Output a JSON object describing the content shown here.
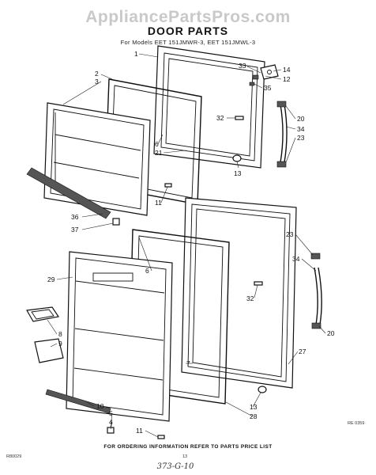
{
  "watermark": "AppliancePartsPros.com",
  "title": "DOOR PARTS",
  "subtitle": "For Models EET 151JMWR-3, EET 151JMWL-3",
  "callouts": [
    {
      "id": "c1",
      "label": "1"
    },
    {
      "id": "c2",
      "label": "2"
    },
    {
      "id": "c3",
      "label": "3"
    },
    {
      "id": "c33",
      "label": "33"
    },
    {
      "id": "c14",
      "label": "14"
    },
    {
      "id": "c12",
      "label": "12"
    },
    {
      "id": "c35",
      "label": "35"
    },
    {
      "id": "c32a",
      "label": "32"
    },
    {
      "id": "c20a",
      "label": "20"
    },
    {
      "id": "c34a",
      "label": "34"
    },
    {
      "id": "c23a",
      "label": "23"
    },
    {
      "id": "c6a",
      "label": "6"
    },
    {
      "id": "c21",
      "label": "21"
    },
    {
      "id": "c13a",
      "label": "13"
    },
    {
      "id": "c11a",
      "label": "11"
    },
    {
      "id": "c36",
      "label": "36"
    },
    {
      "id": "c37",
      "label": "37"
    },
    {
      "id": "c23b",
      "label": "23"
    },
    {
      "id": "c34b",
      "label": "34"
    },
    {
      "id": "c6b",
      "label": "6"
    },
    {
      "id": "c29",
      "label": "29"
    },
    {
      "id": "c32b",
      "label": "32"
    },
    {
      "id": "c20b",
      "label": "20"
    },
    {
      "id": "c8",
      "label": "8"
    },
    {
      "id": "c9",
      "label": "9"
    },
    {
      "id": "c27",
      "label": "27"
    },
    {
      "id": "c7",
      "label": "7"
    },
    {
      "id": "c13b",
      "label": "13"
    },
    {
      "id": "c28",
      "label": "28"
    },
    {
      "id": "c10",
      "label": "10"
    },
    {
      "id": "c5",
      "label": "5"
    },
    {
      "id": "c4",
      "label": "4"
    },
    {
      "id": "c11b",
      "label": "11"
    }
  ],
  "ref_code": "RE 0359",
  "footer_note": "FOR ORDERING INFORMATION REFER TO PARTS PRICE LIST",
  "footer_left": "R80029",
  "page_number": "13",
  "handwritten": "373-G-10"
}
